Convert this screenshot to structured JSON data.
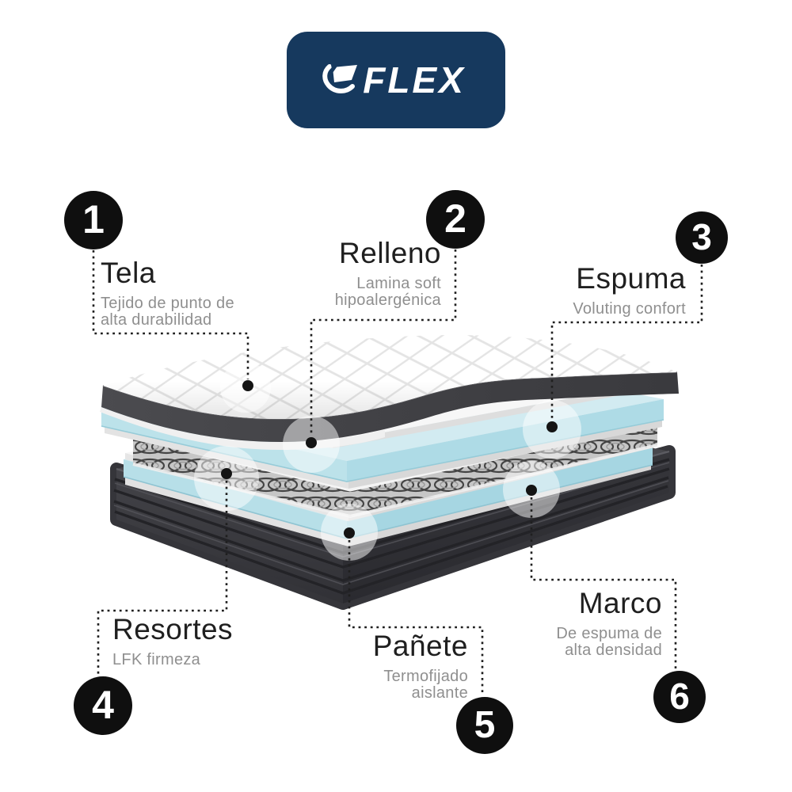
{
  "logo": {
    "brand": "FLEX",
    "icon": "swan-icon",
    "background_color": "#16395e",
    "text_color": "#ffffff"
  },
  "callouts": [
    {
      "number": "1",
      "title": "Tela",
      "description": "Tejido de punto de\nalta durabilidad"
    },
    {
      "number": "2",
      "title": "Relleno",
      "description": "Lamina soft\nhipoalergénica"
    },
    {
      "number": "3",
      "title": "Espuma",
      "description": "Voluting confort"
    },
    {
      "number": "4",
      "title": "Resortes",
      "description": "LFK firmeza"
    },
    {
      "number": "5",
      "title": "Pañete",
      "description": "Termofijado\naislante"
    },
    {
      "number": "6",
      "title": "Marco",
      "description": "De espuma de\nalta densidad"
    }
  ],
  "diagram": {
    "subject": "mattress-exploded-layer-view",
    "layers_top_to_bottom": [
      "quilted fabric top (Tela)",
      "soft hypoallergenic filling sheet (Relleno)",
      "voluting comfort foam (Espuma)",
      "LFK spring core (Resortes)",
      "thermo-bonded insulating felt (Pañete)",
      "high density foam frame (Marco)"
    ],
    "colors": {
      "badge_black": "#0f0f0f",
      "title_text": "#1f1f1f",
      "description_text": "#8f8f8f",
      "connector_line": "#1f1f1f",
      "foam_cyan": "#cfe9ef",
      "quilt_white": "#ffffff",
      "band_charcoal": "#46464a",
      "base_charcoal": "#38383d"
    }
  }
}
